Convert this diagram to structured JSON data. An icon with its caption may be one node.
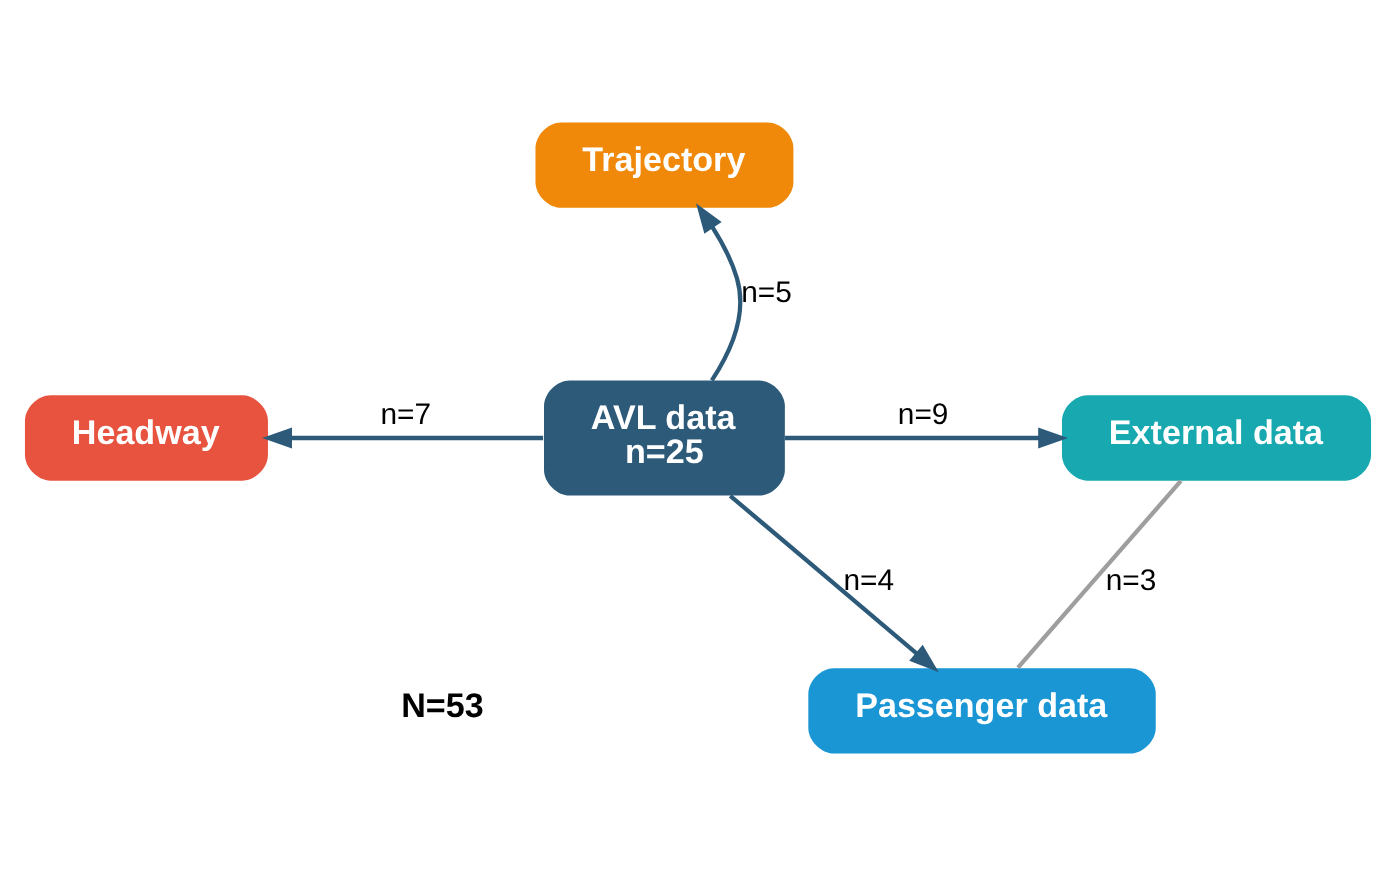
{
  "diagram": {
    "nodes": [
      {
        "text": [
          "Trajectory"
        ]
      },
      {
        "text": [
          "Headway"
        ]
      },
      {
        "text": [
          "AVL data",
          "n=25"
        ]
      },
      {
        "text": [
          "External data"
        ]
      },
      {
        "text": [
          "Passenger data"
        ]
      }
    ],
    "edges": [
      {
        "from": 2,
        "to": 0,
        "arrow": "to",
        "label": "n=5"
      },
      {
        "from": 2,
        "to": 1,
        "arrow": "to",
        "label": "n=7"
      },
      {
        "from": 2,
        "to": 3,
        "arrow": "to",
        "label": "n=9"
      },
      {
        "from": 2,
        "to": 4,
        "arrow": "to",
        "label": "n=4"
      },
      {
        "from": 3,
        "to": 4,
        "arrow": "none",
        "label": "n=3",
        "color": "#9e9e9e"
      }
    ],
    "labels": [
      "N=53"
    ]
  }
}
